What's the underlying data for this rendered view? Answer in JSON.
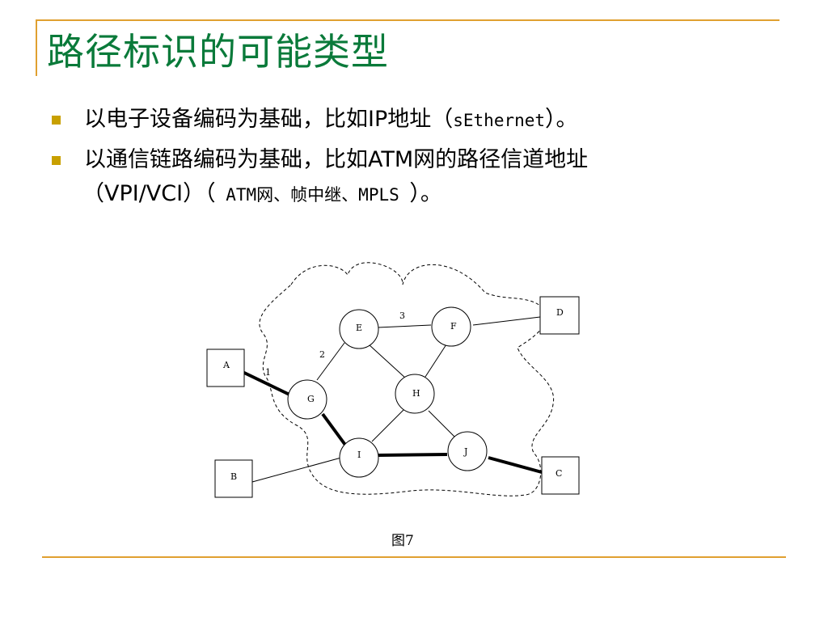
{
  "slide": {
    "title": "路径标识的可能类型",
    "bullets": [
      {
        "line1_main": "以电子设备编码为基础，比如IP地址（",
        "line1_mono": "sEthernet",
        "line1_tail": "）。"
      },
      {
        "line1_main": "以通信链路编码为基础，比如ATM网的路径信道地址",
        "line2_main": "（VPI/VCI）（",
        "line2_mono": " ATM网、帧中继、MPLS ",
        "line2_tail": "）。"
      }
    ],
    "caption": "图7"
  },
  "diagram": {
    "nodes": {
      "E": "E",
      "F": "F",
      "G": "G",
      "H": "H",
      "I": "I",
      "J": "J"
    },
    "hosts": {
      "A": "A",
      "B": "B",
      "C": "C",
      "D": "D"
    },
    "link_labels": {
      "1": "1",
      "2": "2",
      "3": "3"
    }
  }
}
